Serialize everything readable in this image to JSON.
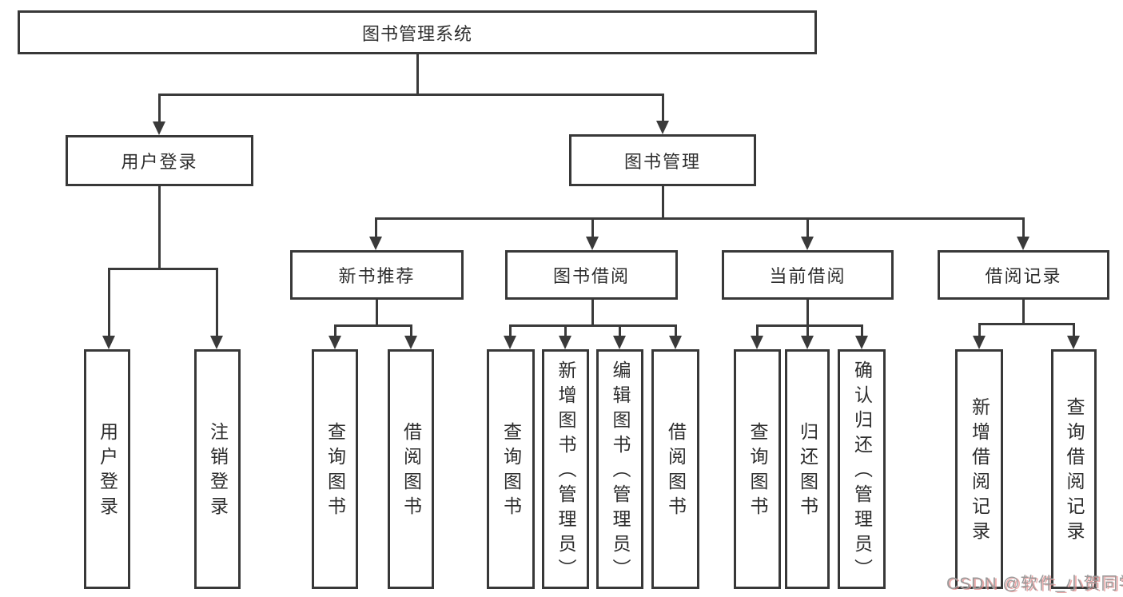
{
  "diagram_title": "图书管理系统",
  "nodes": {
    "root": "图书管理系统",
    "user_login": "用户登录",
    "book_mgmt": "图书管理",
    "new_book_rec": "新书推荐",
    "book_borrow": "图书借阅",
    "current_borrow": "当前借阅",
    "borrow_records": "借阅记录",
    "leaf_user_login": "用户登录",
    "leaf_logout": "注销登录",
    "leaf_query_books_rec": "查询图书",
    "leaf_borrow_books_rec": "借阅图书",
    "leaf_query_books_borrow": "查询图书",
    "leaf_add_books": "新增图书（管理员）",
    "leaf_edit_books": "编辑图书（管理员）",
    "leaf_borrow_books_borrow": "借阅图书",
    "leaf_query_books_current": "查询图书",
    "leaf_return_books": "归还图书",
    "leaf_confirm_return": "确认归还（管理员）",
    "leaf_add_borrow_record": "新增借阅记录",
    "leaf_query_borrow_record": "查询借阅记录"
  },
  "watermark": "CSDN @软件_小贺同学",
  "colors": {
    "line": "#3a3a3a",
    "text": "#2d2d2d",
    "watermark": "#9a9a9a",
    "background": "#ffffff"
  }
}
